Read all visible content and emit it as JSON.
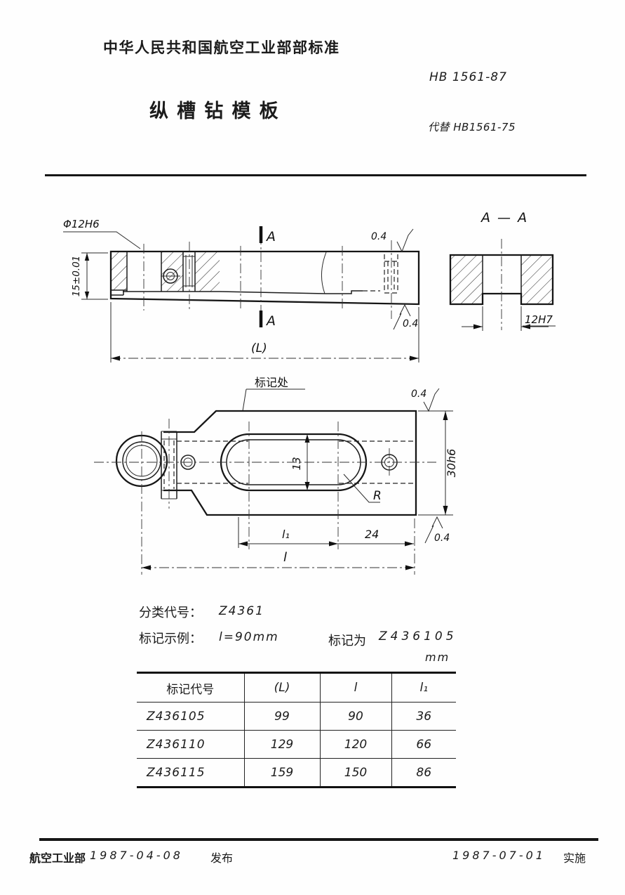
{
  "header": {
    "org_line": "中华人民共和国航空工业部部标准",
    "standard_no": "HB 1561-87",
    "doc_title": "纵槽钻模板",
    "supersedes": "代替 HB1561-75"
  },
  "side_view": {
    "dia_label": "Φ12H6",
    "height_label": "15±0.01",
    "section_top": "A",
    "section_bottom": "A",
    "finish_top": "0.4",
    "finish_bottom": "0.4",
    "length_label": "(L)"
  },
  "section_view": {
    "title": "A — A",
    "slot_label": "12H7"
  },
  "top_view": {
    "marking_label": "标记处",
    "finish_top": "0.4",
    "finish_bottom": "0.4",
    "slot_width_label": "13",
    "radius_label": "R",
    "width_label": "30h6",
    "l1_label": "l₁",
    "offset_label": "24",
    "length_label": "l"
  },
  "classification": {
    "code_label": "分类代号：",
    "code_value": "Z4361",
    "example_label": "标记示例：",
    "example_value": "l=90mm",
    "marking_label": "标记为",
    "marking_value": "Z436105"
  },
  "table": {
    "unit": "mm",
    "headers": [
      "标记代号",
      "(L)",
      "l",
      "l₁"
    ],
    "rows": [
      [
        "Z436105",
        "99",
        "90",
        "36"
      ],
      [
        "Z436110",
        "129",
        "120",
        "66"
      ],
      [
        "Z436115",
        "159",
        "150",
        "86"
      ]
    ]
  },
  "footer": {
    "issuer": "航空工业部",
    "issue_date": "1987-04-08",
    "issue_label": "发布",
    "effective_date": "1987-07-01",
    "effective_label": "实施"
  }
}
